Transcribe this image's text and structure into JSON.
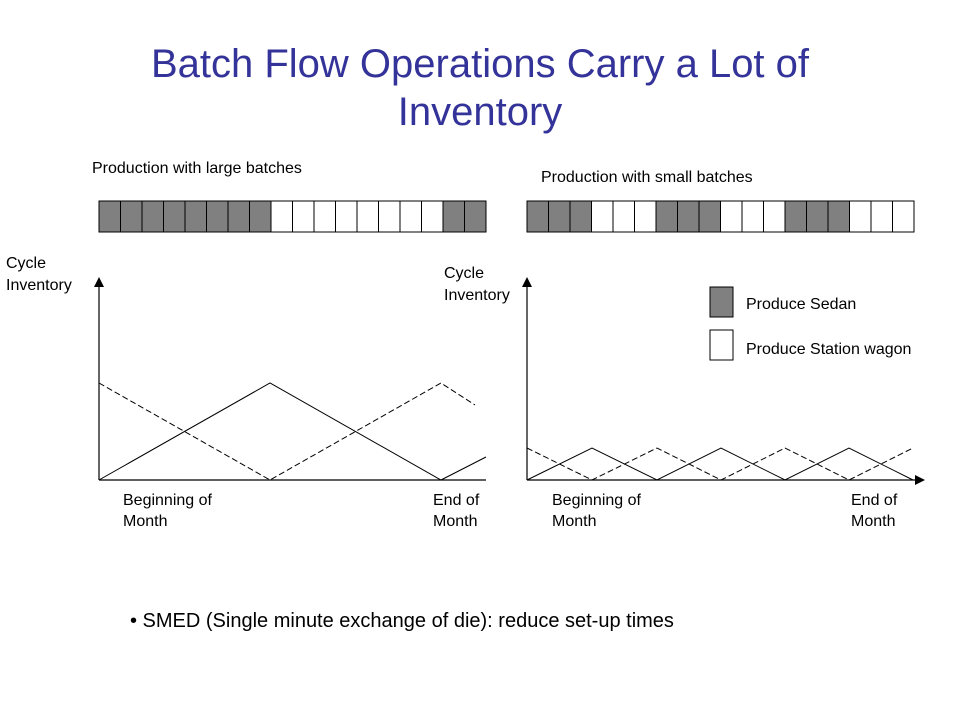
{
  "slide": {
    "title_line1": "Batch Flow Operations Carry a Lot of",
    "title_line2": "Inventory",
    "bullet": "• SMED (Single minute exchange of die): reduce set-up times"
  },
  "colors": {
    "sedan": "#808080",
    "wagon": "#ffffff",
    "title": "#333399"
  },
  "left_panel": {
    "strip_label": "Production with large batches",
    "strip": "SSSSSSSSWWWWWWWWSS",
    "y_label_line1": "Cycle",
    "y_label_line2": "Inventory",
    "x_start_line1": "Beginning of",
    "x_start_line2": "Month",
    "x_end_line1": "End of",
    "x_end_line2": "Month"
  },
  "right_panel": {
    "strip_label": "Production with small batches",
    "strip": "SSSWWWSSSWWWSSSWWW",
    "y_label_line1": "Cycle",
    "y_label_line2": "Inventory",
    "x_start_line1": "Beginning of",
    "x_start_line2": "Month",
    "x_end_line1": "End of",
    "x_end_line2": "Month"
  },
  "legend": [
    {
      "label": "Produce Sedan",
      "kind": "sedan"
    },
    {
      "label": "Produce Station wagon",
      "kind": "wagon"
    }
  ]
}
